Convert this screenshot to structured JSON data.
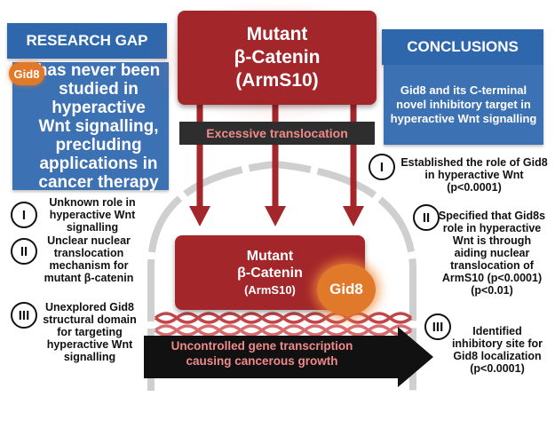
{
  "research_gap": {
    "header": "RESEARCH GAP",
    "gid8_tag": "Gid8",
    "statement": "has never been studied in hyperactive Wnt signalling, precluding applications in cancer therapy",
    "items": [
      {
        "num": "I",
        "text": "Unknown role in hyperactive Wnt signalling"
      },
      {
        "num": "II",
        "text": "Unclear nuclear translocation mechanism for mutant β-catenin"
      },
      {
        "num": "III",
        "text": "Unexplored Gid8 structural domain for targeting hyperactive Wnt signalling"
      }
    ]
  },
  "center": {
    "top_box": {
      "line1": "Mutant",
      "line2": "β-Catenin",
      "line3": "(ArmS10)"
    },
    "translocation": "Excessive translocation",
    "mid_box": {
      "line1": "Mutant",
      "line2": "β-Catenin",
      "line3": "(ArmS10)"
    },
    "gid8": "Gid8",
    "transcription": "Uncontrolled gene transcription causing cancerous growth"
  },
  "conclusions": {
    "header": "CONCLUSIONS",
    "summary": "Gid8 and its C-terminal novel inhibitory target in hyperactive Wnt signalling",
    "items": [
      {
        "num": "I",
        "text": "Established the role of Gid8 in hyperactive Wnt (p<0.0001)"
      },
      {
        "num": "II",
        "text": "Specified that Gid8s role in hyperactive Wnt is through aiding nuclear translocation of ArmS10 (p<0.0001) (p<0.01)"
      },
      {
        "num": "III",
        "text": "Identified inhibitory site for Gid8 localization (p<0.0001)"
      }
    ]
  },
  "colors": {
    "blue": "#2f67ad",
    "red": "#a3262a",
    "orange": "#e07a2a",
    "dark": "#2e2e2e",
    "pink_text": "#f08a8a"
  }
}
